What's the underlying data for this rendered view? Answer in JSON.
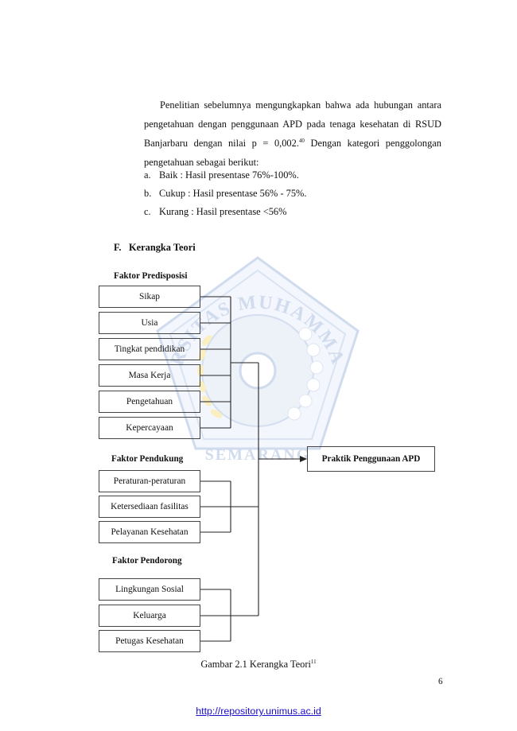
{
  "paragraph": {
    "lines": [
      "Penelitian sebelumnya mengungkapkan bahwa ada hubungan antara",
      "pengetahuan dengan penggunaan APD pada tenaga kesehatan di RSUD",
      "Banjarbaru dengan nilai p = 0,002.",
      "pengetahuan sebagai berikut:"
    ],
    "ref": "40",
    "line3_tail": " Dengan kategori penggolongan"
  },
  "list": [
    {
      "letter": "a.",
      "text": "Baik : Hasil presentase 76%-100%."
    },
    {
      "letter": "b.",
      "text": "Cukup : Hasil presentase 56% - 75%."
    },
    {
      "letter": "c.",
      "text": "Kurang : Hasil presentase <56%"
    }
  ],
  "section": {
    "number": "F.",
    "title": "Kerangka Teori"
  },
  "diagram": {
    "groups": [
      {
        "label": "Faktor Predisposisi",
        "items": [
          "Sikap",
          "Usia",
          "Tingkat pendidikan",
          "Masa Kerja",
          "Pengetahuan",
          "Kepercayaan"
        ]
      },
      {
        "label": "Faktor Pendukung",
        "items": [
          "Peraturan-peraturan",
          "Ketersediaan fasilitas",
          "Pelayanan Kesehatan"
        ]
      },
      {
        "label": "Faktor Pendorong",
        "items": [
          "Lingkungan Sosial",
          "Keluarga",
          "Petugas Kesehatan"
        ]
      }
    ],
    "outcome": "Praktik Penggunaan APD"
  },
  "caption": {
    "text": "Gambar 2.1 Kerangka Teori",
    "ref": "11"
  },
  "watermark": {
    "top_text": "UNIVERSITAS MUHAMMADIYAH",
    "bottom_text": "SEMARANG"
  },
  "page_number": "6",
  "footer_link": "http://repository.unimus.ac.id"
}
